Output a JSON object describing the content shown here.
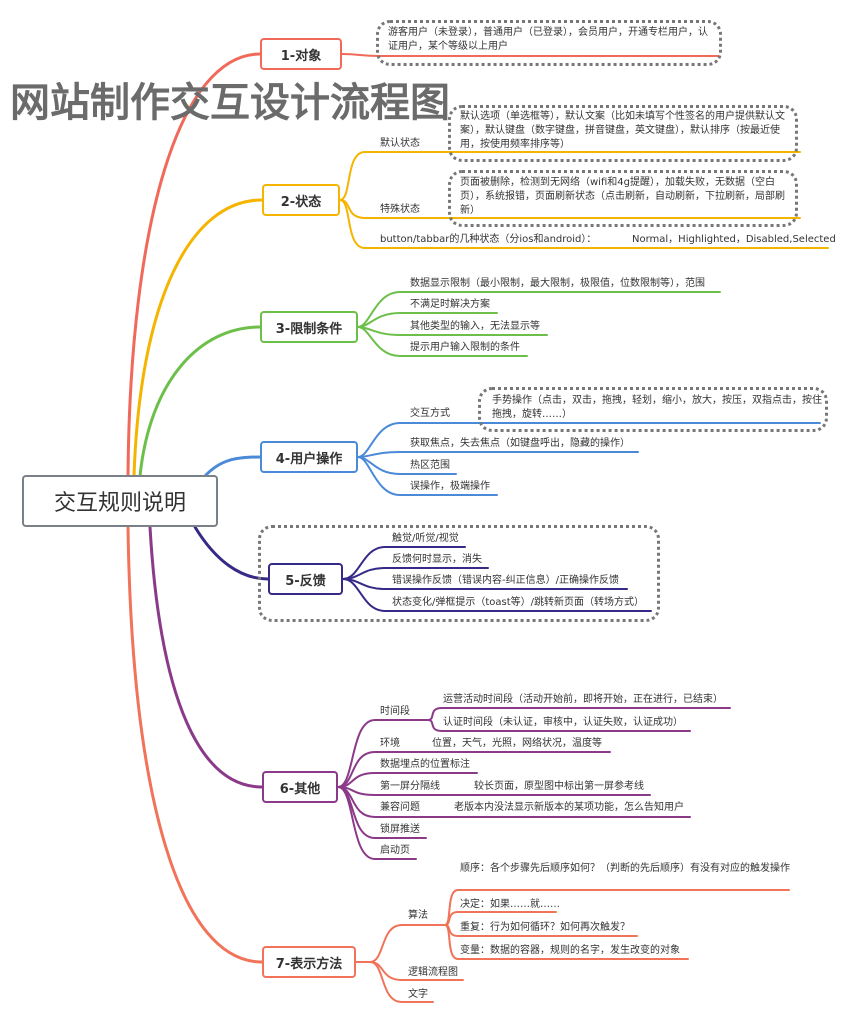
{
  "title": "网站制作交互设计流程图",
  "center": "交互规则说明",
  "colors": {
    "b1": "#f0695a",
    "b2": "#f5b400",
    "b3": "#6cc04a",
    "b4": "#4a8ad8",
    "b5": "#352a86",
    "b6": "#8a3a88",
    "b7": "#f0735a"
  },
  "b1": {
    "label": "1-对象",
    "text": "游客用户（未登录），普通用户（已登录），会员用户，开通专栏用户，认证用户，某个等级以上用户"
  },
  "b2": {
    "label": "2-状态",
    "default": "默认状态",
    "default_text": "默认选项（单选框等），默认文案（比如未填写个性签名的用户提供默认文案），默认键盘（数字键盘，拼音键盘，英文键盘），默认排序（按最近使用，按使用频率排序等）",
    "special": "特殊状态",
    "special_text": "页面被删除，检测到无网络（wifi和4g提醒），加载失败，无数据（空白页），系统报错，页面刷新状态（点击刷新，自动刷新，下拉刷新，局部刷新）",
    "button": "button/tabbar的几种状态（分ios和android）：",
    "button_value": "Normal，Highlighted，Disabled,Selected"
  },
  "b3": {
    "label": "3-限制条件",
    "items": [
      "数据显示限制（最小限制，最大限制，极限值，位数限制等），范围",
      "不满足时解决方案",
      "其他类型的输入，无法显示等",
      "提示用户输入限制的条件"
    ]
  },
  "b4": {
    "label": "4-用户操作",
    "mode": "交互方式",
    "mode_text": "手势操作（点击，双击，拖拽，轻划，缩小，放大，按压，双指点击，按住拖拽，旋转……）",
    "items": [
      "获取焦点，失去焦点（如键盘呼出，隐藏的操作）",
      "热区范围",
      "误操作，极端操作"
    ]
  },
  "b5": {
    "label": "5-反馈",
    "items": [
      "触觉/听觉/视觉",
      "反馈何时显示，消失",
      "错误操作反馈（错误内容-纠正信息）/正确操作反馈",
      "状态变化/弹框提示（toast等）/跳转新页面（转场方式）"
    ]
  },
  "b6": {
    "label": "6-其他",
    "time": "时间段",
    "time_items": [
      "运营活动时间段（活动开始前，即将开始，正在进行，已结束）",
      "认证时间段（未认证，审核中，认证失败，认证成功）"
    ],
    "env": "环境",
    "env_text": "位置，天气，光照，网络状况，温度等",
    "tracking": "数据埋点的位置标注",
    "fold": "第一屏分隔线",
    "fold_text": "较长页面，原型图中标出第一屏参考线",
    "compat": "兼容问题",
    "compat_text": "老版本内没法显示新版本的某项功能，怎么告知用户",
    "push": "锁屏推送",
    "splash": "启动页"
  },
  "b7": {
    "label": "7-表示方法",
    "algo": "算法",
    "algo_items": [
      "顺序：各个步骤先后顺序如何？（判断的先后顺序）有没有对应的触发操作",
      "决定：如果……就……",
      "重复：行为如何循环？如何再次触发？",
      "变量：数据的容器，规则的名字，发生改变的对象"
    ],
    "flow": "逻辑流程图",
    "text": "文字"
  }
}
